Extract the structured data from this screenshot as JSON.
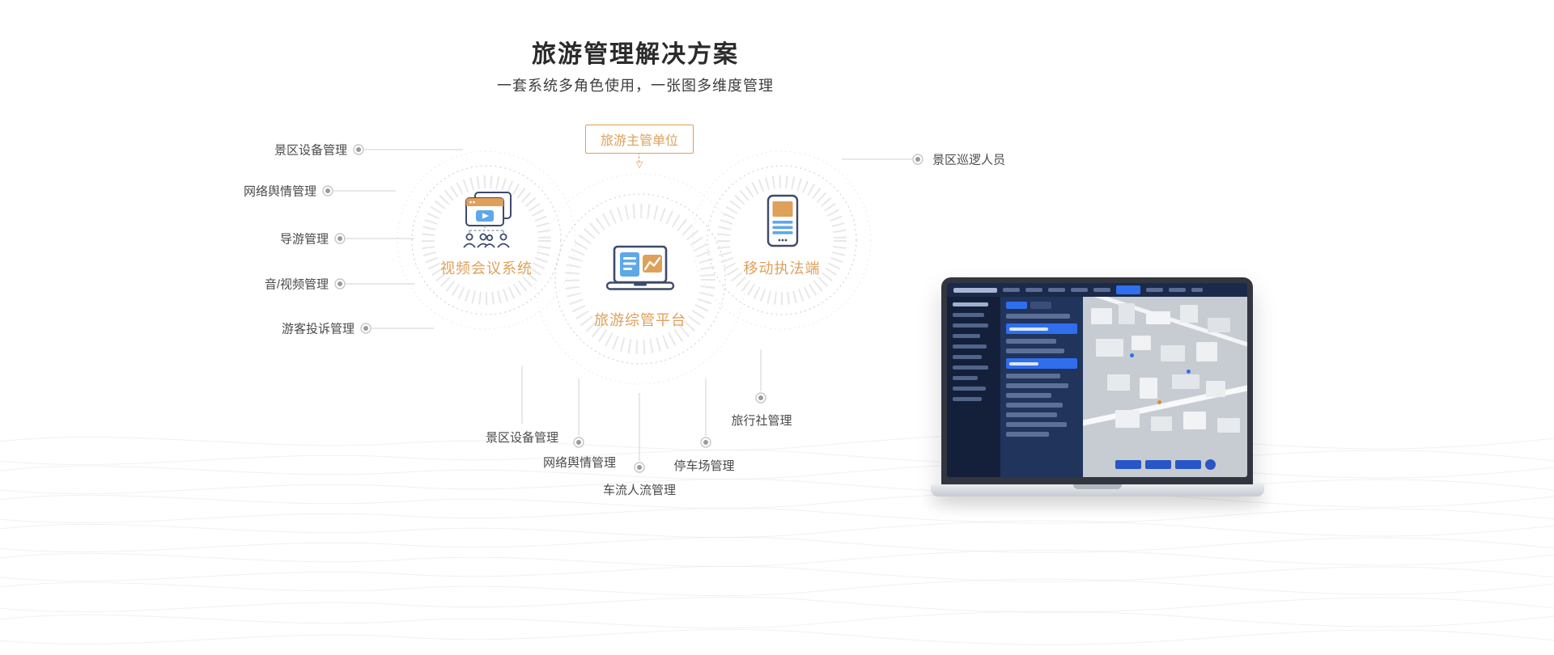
{
  "page": {
    "title": "旅游管理解决方案",
    "subtitle": "一套系统多角色使用，一张图多维度管理"
  },
  "diagram": {
    "authority": {
      "label": "旅游主管单位",
      "arrow_glyph": "▽"
    },
    "nodes": [
      {
        "label": "视频会议系统",
        "icon": "video-conference-icon"
      },
      {
        "label": "旅游综管平台",
        "icon": "laptop-platform-icon"
      },
      {
        "label": "移动执法端",
        "icon": "mobile-terminal-icon"
      }
    ],
    "left_labels": [
      "景区设备管理",
      "网络舆情管理",
      "导游管理",
      "音/视频管理",
      "游客投诉管理"
    ],
    "right_labels": [
      "景区巡逻人员"
    ],
    "bottom_labels": [
      "景区设备管理",
      "网络舆情管理",
      "车流人流管理",
      "停车场管理",
      "旅行社管理"
    ]
  },
  "colors": {
    "accent_orange": "#DFA05A",
    "icon_navy": "#3D4A6B",
    "icon_blue": "#5FA8E8",
    "label_gray": "#4A4A4A",
    "line_gray": "#D9D9D9"
  }
}
